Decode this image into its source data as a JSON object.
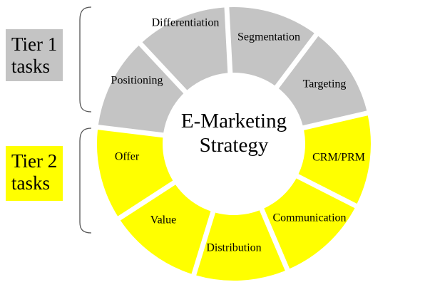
{
  "center_title": {
    "line1": "E-Marketing",
    "line2": "Strategy"
  },
  "tiers": [
    {
      "line1": "Tier 1",
      "line2": "tasks",
      "color": "#c4c4c4"
    },
    {
      "line1": "Tier 2",
      "line2": "tasks",
      "color": "#ffff00"
    }
  ],
  "segments": [
    {
      "label": "Differentiation",
      "tier": 1
    },
    {
      "label": "Segmentation",
      "tier": 1
    },
    {
      "label": "Targeting",
      "tier": 1
    },
    {
      "label": "CRM/PRM",
      "tier": 2
    },
    {
      "label": "Communication",
      "tier": 2
    },
    {
      "label": "Distribution",
      "tier": 2
    },
    {
      "label": "Value",
      "tier": 2
    },
    {
      "label": "Offer",
      "tier": 2
    },
    {
      "label": "Positioning",
      "tier": 1
    }
  ],
  "colors": {
    "tier1_fill": "#c4c4c4",
    "tier2_fill": "#ffff00",
    "bracket": "#555555"
  }
}
